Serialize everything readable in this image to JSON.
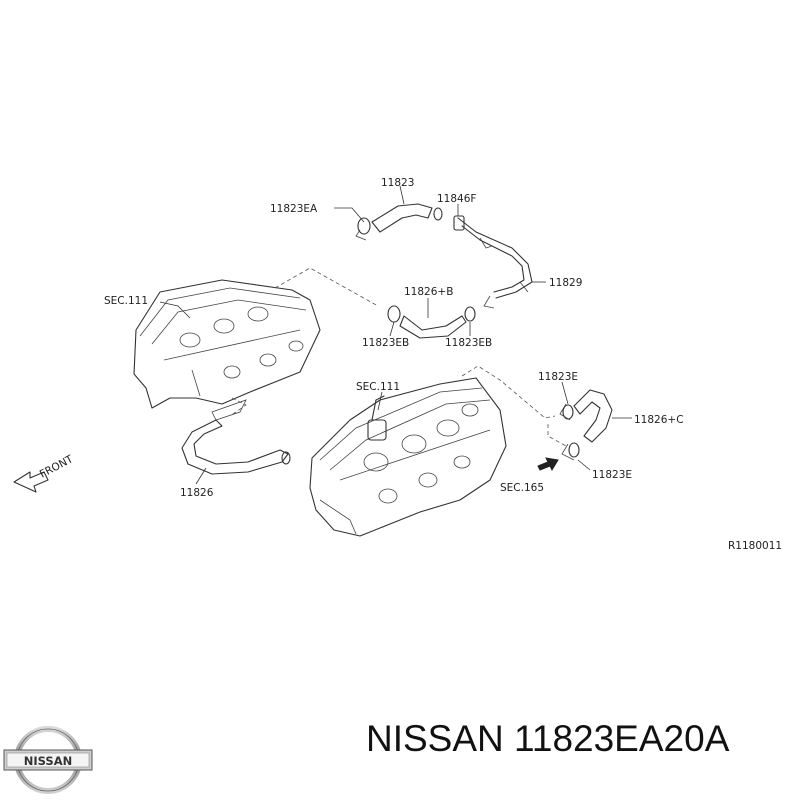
{
  "callouts": {
    "c1": "11823",
    "c2": "11823EA",
    "c3": "11846F",
    "c4": "11829",
    "c5": "SEC.111",
    "c6": "11826+B",
    "c7": "11823EB",
    "c8": "11823EB",
    "c9": "SEC.111",
    "c10": "11823E",
    "c11": "11826+C",
    "c12": "11823E",
    "c13": "SEC.165",
    "c14": "11826",
    "c15": "FRONT"
  },
  "figure_code": "R1180011",
  "logo_text": "NISSAN",
  "caption": "NISSAN 11823EA20A"
}
